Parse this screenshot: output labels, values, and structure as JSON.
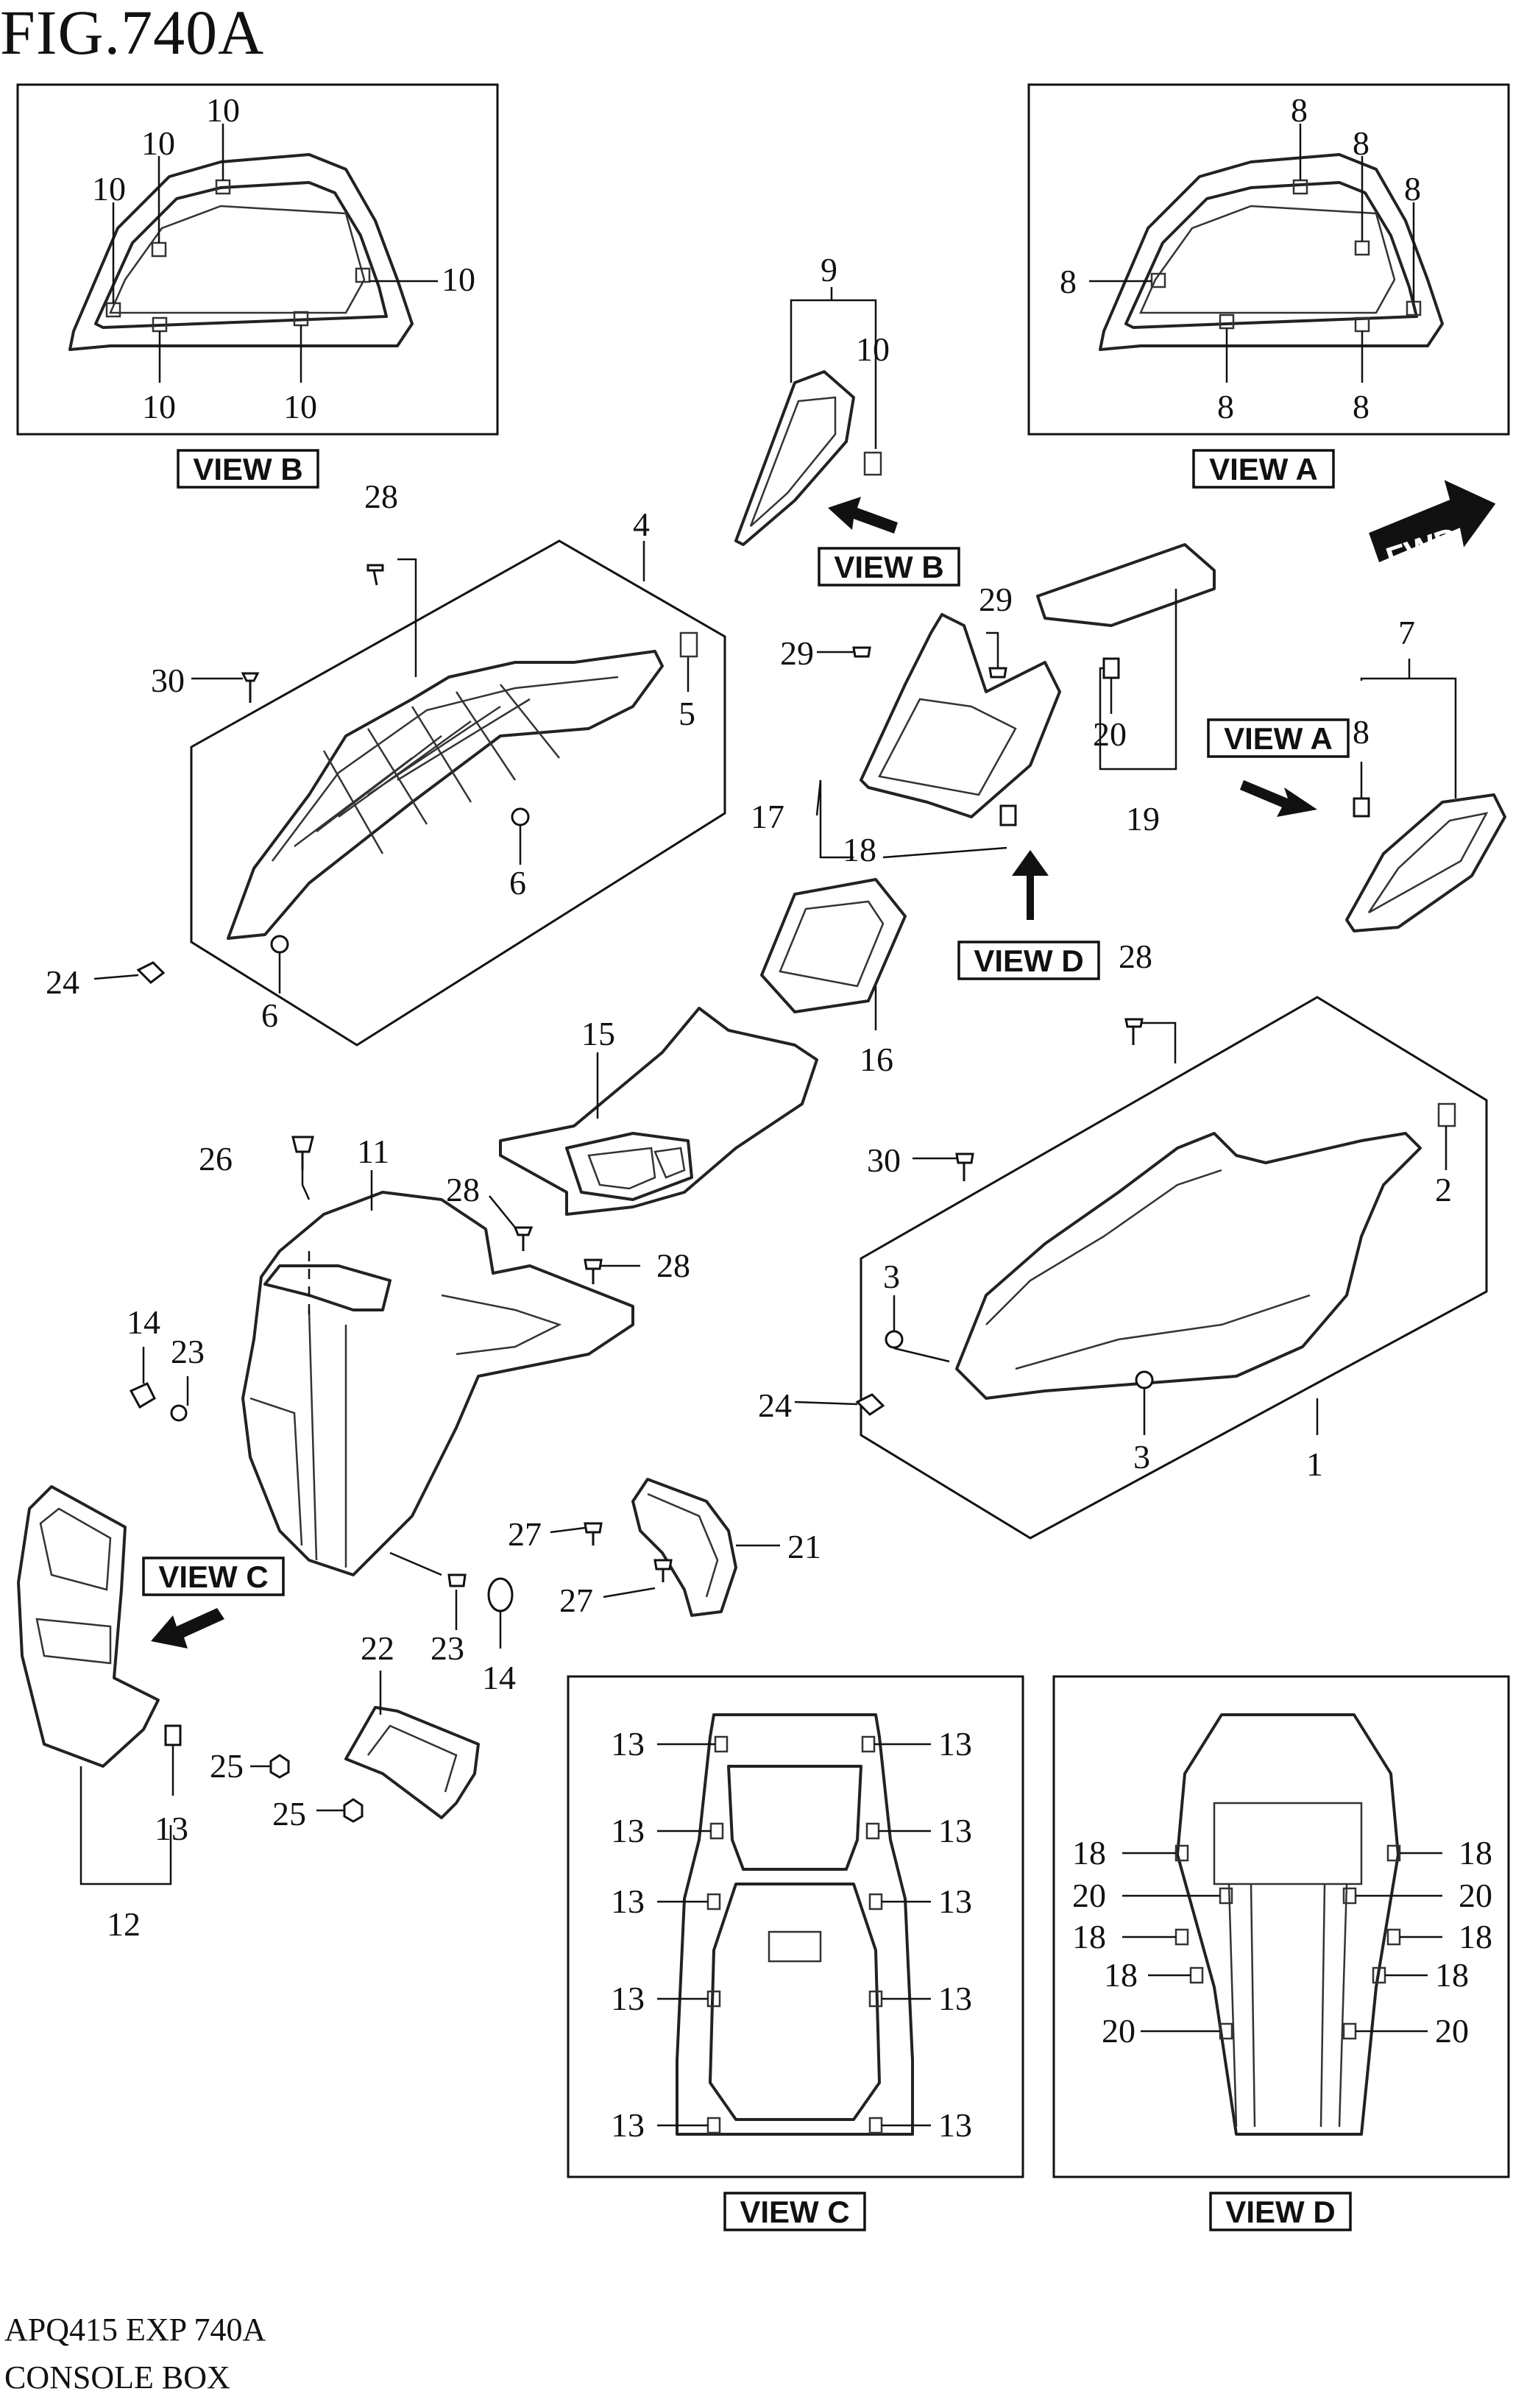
{
  "figure": {
    "title": "FIG.740A",
    "code": "APQ415 EXP 740A",
    "name": "CONSOLE BOX"
  },
  "fwd_label": "FWD",
  "views": {
    "view_a": "VIEW A",
    "view_b": "VIEW B",
    "view_c": "VIEW C",
    "view_d": "VIEW D"
  },
  "callouts": {
    "n1": "1",
    "n2": "2",
    "n3": "3",
    "n4": "4",
    "n5": "5",
    "n6": "6",
    "n7": "7",
    "n8": "8",
    "n9": "9",
    "n10": "10",
    "n11": "11",
    "n12": "12",
    "n13": "13",
    "n14": "14",
    "n15": "15",
    "n16": "16",
    "n17": "17",
    "n18": "18",
    "n19": "19",
    "n20": "20",
    "n21": "21",
    "n22": "22",
    "n23": "23",
    "n24": "24",
    "n25": "25",
    "n26": "26",
    "n27": "27",
    "n28": "28",
    "n29": "29",
    "n30": "30"
  }
}
